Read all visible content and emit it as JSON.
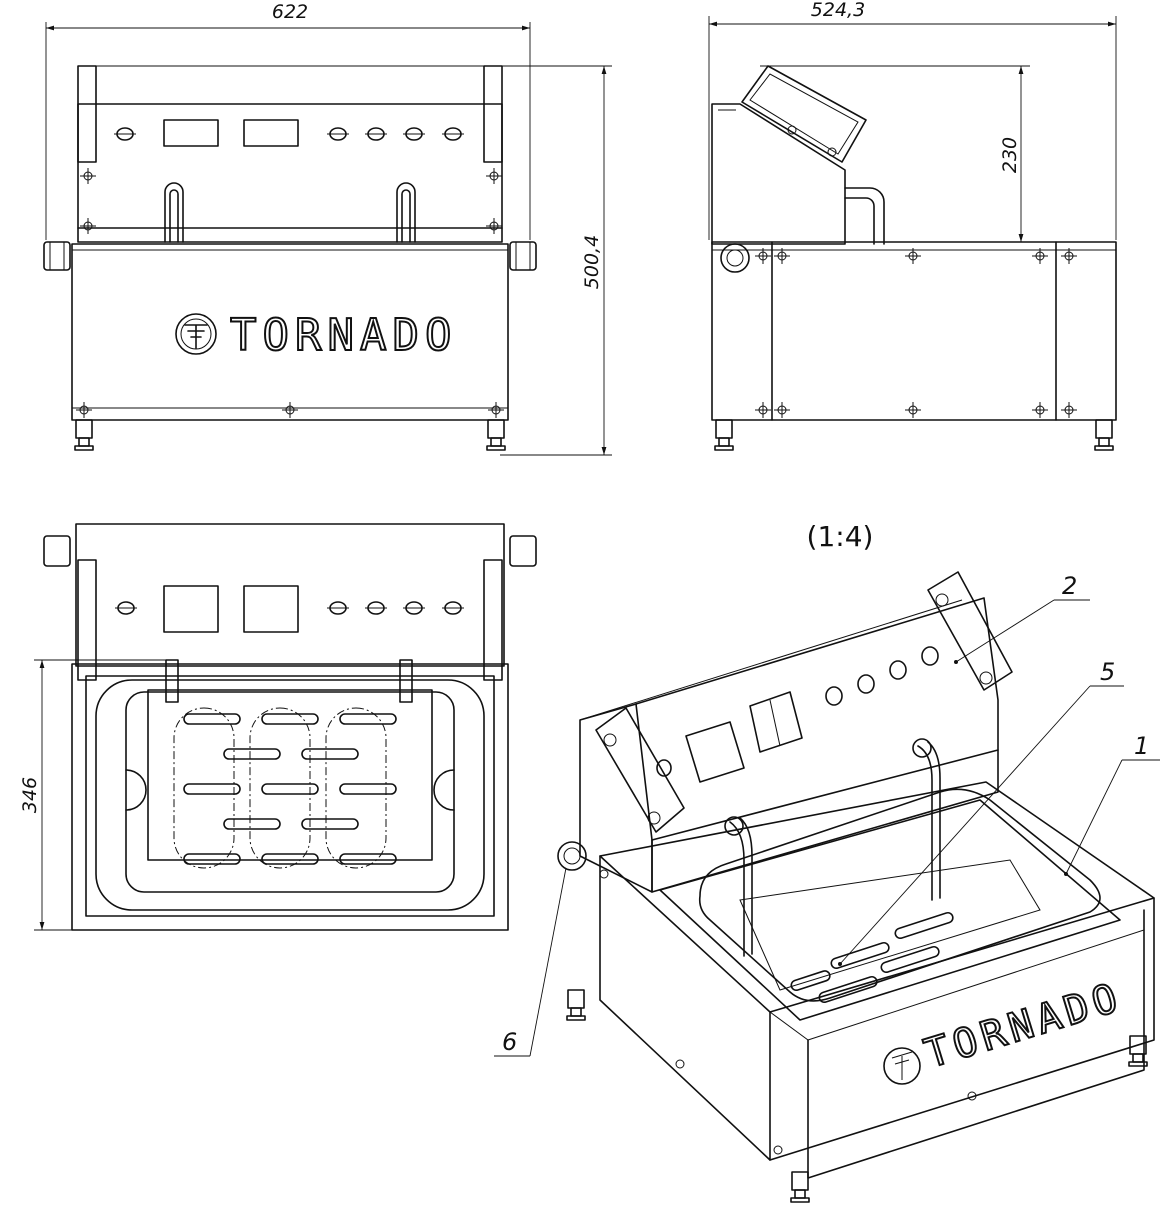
{
  "dimensions": {
    "front_width": "622",
    "front_height": "500,4",
    "side_depth": "524,3",
    "side_panel_height": "230",
    "top_depth": "346"
  },
  "brand": "TORNADO",
  "scale": "(1:4)",
  "callouts": {
    "c1": "1",
    "c2": "2",
    "c5": "5",
    "c6": "6"
  }
}
